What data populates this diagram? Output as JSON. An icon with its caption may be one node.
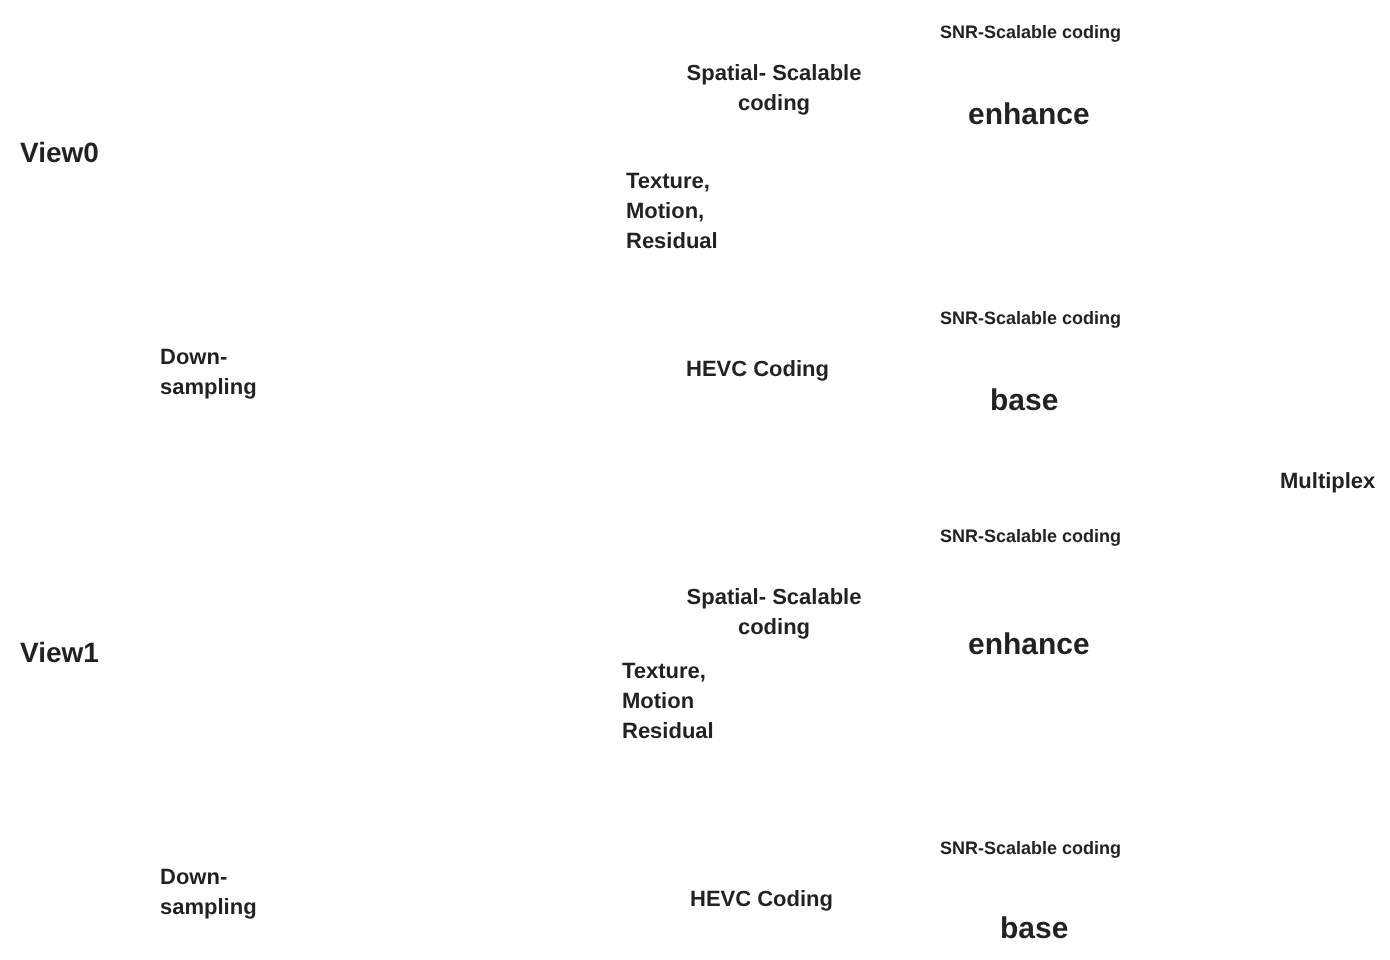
{
  "diagram": {
    "labels": [
      "SNR-Scalable coding",
      "Spatial- Scalable coding",
      "enhance",
      "View0",
      "Texture, Motion, Residual",
      "SNR-Scalable coding",
      "Down- sampling",
      "HEVC Coding",
      "base",
      "Multiplex",
      "SNR-Scalable coding",
      "Spatial- Scalable coding",
      "enhance",
      "View1",
      "Texture, Motion Residual",
      "SNR-Scalable coding",
      "Down- sampling",
      "HEVC Coding",
      "base"
    ]
  }
}
